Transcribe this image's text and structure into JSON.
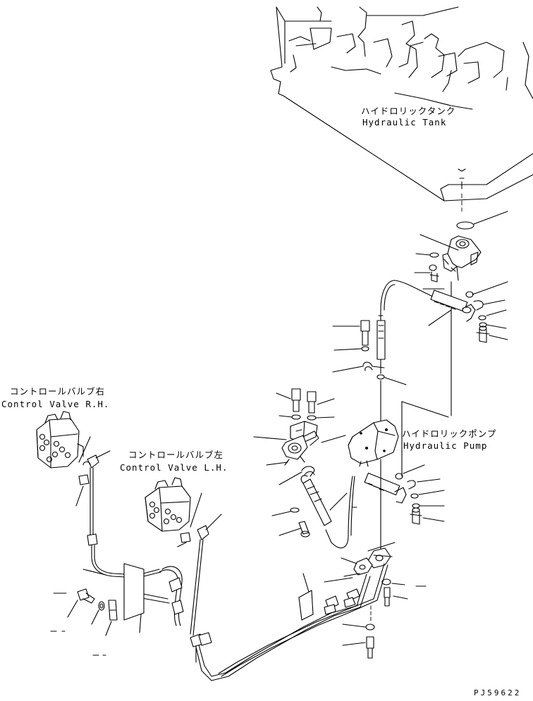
{
  "labels": {
    "hydraulic_tank_jp": "ハイドロリックタンク",
    "hydraulic_tank_en": "Hydraulic Tank",
    "hydraulic_pump_jp": "ハイドロリックポンプ",
    "hydraulic_pump_en": "Hydraulic Pump",
    "control_valve_rh_jp": "コントロールバルブ右",
    "control_valve_rh_en": "Control Valve R.H.",
    "control_valve_lh_jp": "コントロールバルブ左",
    "control_valve_lh_en": "Control Valve L.H."
  },
  "drawing_code": "PJ59622"
}
